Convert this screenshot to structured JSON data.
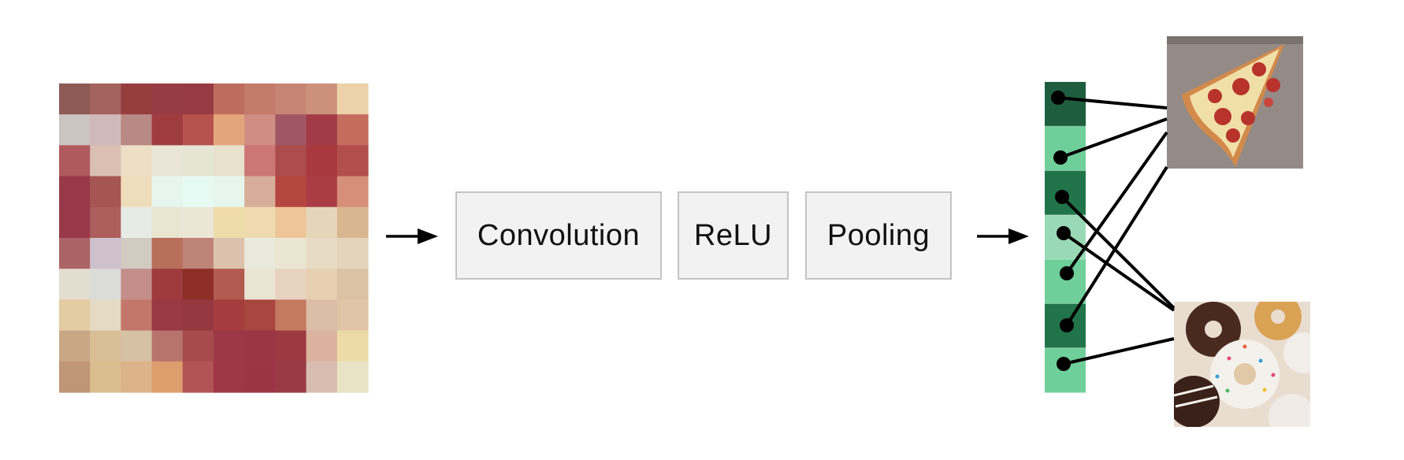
{
  "pipeline": {
    "stages": [
      {
        "label": "Convolution"
      },
      {
        "label": "ReLU"
      },
      {
        "label": "Pooling"
      }
    ]
  },
  "input_image": {
    "description_kind": "pixelated-pizza-grid",
    "grid": [
      [
        "#8d5a55",
        "#a5635f",
        "#963d3e",
        "#963c45",
        "#963a44",
        "#bd6c5d",
        "#c37b6a",
        "#c78573",
        "#cc917b",
        "#ecd1a9"
      ],
      [
        "#cbc4c1",
        "#d2b9b9",
        "#b98985",
        "#9f3c40",
        "#b6524c",
        "#e3a57b",
        "#d08d83",
        "#a05765",
        "#a23b45",
        "#c46d5e"
      ],
      [
        "#b05a5e",
        "#dbbfb3",
        "#eddfc6",
        "#e9e5d7",
        "#e5e5d3",
        "#e8e1cc",
        "#cc7676",
        "#ad4c4c",
        "#a9393f",
        "#b24e4c"
      ],
      [
        "#99394a",
        "#a55552",
        "#eeddbb",
        "#e6f5ee",
        "#e6f9f3",
        "#e6f6ed",
        "#d7ae9a",
        "#b5463f",
        "#a93c45",
        "#d68f78"
      ],
      [
        "#99394a",
        "#ac5e5c",
        "#e6ebe5",
        "#e9e5d1",
        "#ece6d6",
        "#efdcab",
        "#efdaaf",
        "#eec598",
        "#e6d6b9",
        "#d8b790"
      ],
      [
        "#ab6465",
        "#cfc0cd",
        "#d2cbc2",
        "#b9705a",
        "#bd8477",
        "#dcc2ad",
        "#eae9de",
        "#eae6d2",
        "#e8dbc6",
        "#e5d4bd"
      ],
      [
        "#e3ddcf",
        "#dbdbd7",
        "#c48f8a",
        "#9f3b3d",
        "#8d2e27",
        "#b25b50",
        "#eae4d3",
        "#e7d3bf",
        "#e7cfb1",
        "#dcc2a4"
      ],
      [
        "#e3cca2",
        "#e5dac3",
        "#c3776a",
        "#983943",
        "#963840",
        "#a53c3d",
        "#a9463f",
        "#c47a5e",
        "#dbbca7",
        "#e2c4a7"
      ],
      [
        "#c8a787",
        "#d9bf96",
        "#d6c1a5",
        "#b6746d",
        "#a74b4d",
        "#9d3848",
        "#9b3647",
        "#9b3a41",
        "#dab29d",
        "#ecdaa7"
      ],
      [
        "#bf9677",
        "#dbbe8f",
        "#ddb38a",
        "#dd9e6e",
        "#b25357",
        "#9e3746",
        "#9b3545",
        "#9a3a44",
        "#d7bdaf",
        "#e9e3c5"
      ]
    ]
  },
  "feature_vector": {
    "cells": [
      "#1e5e3f",
      "#6fcf9a",
      "#217449",
      "#9ad9b5",
      "#6fcf9a",
      "#217449",
      "#6fcf9a"
    ]
  },
  "outputs": [
    {
      "kind": "pizza-photo"
    },
    {
      "kind": "donuts-photo"
    }
  ],
  "colors": {
    "box_fill": "#f2f2f2",
    "box_border": "#c4c4c4",
    "line": "#000000"
  }
}
